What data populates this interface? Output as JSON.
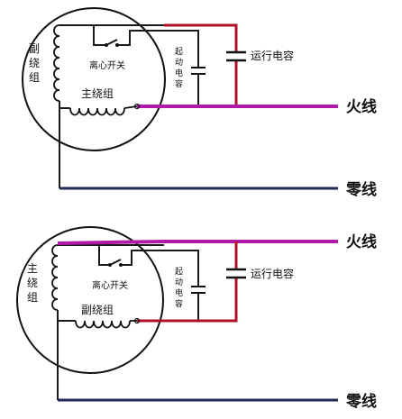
{
  "diagrams": [
    {
      "winding_vertical": "副绕组",
      "winding_horizontal": "主绕组",
      "switch": "离心开关",
      "start_cap": "起动电容",
      "run_cap": "运行电容",
      "live": "火线",
      "neutral": "零线"
    },
    {
      "winding_vertical": "主绕组",
      "winding_horizontal": "副绕组",
      "switch": "离心开关",
      "start_cap": "起动电容",
      "run_cap": "运行电容",
      "live": "火线",
      "neutral": "零线"
    }
  ],
  "colors": {
    "live_wire": "#b01aa8",
    "red_wire": "#b01025",
    "neutral_wire": "#1f2a55"
  }
}
